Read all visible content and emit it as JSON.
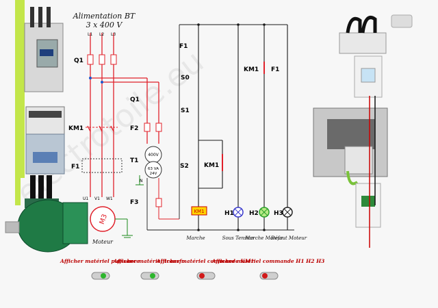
{
  "header": {
    "title_line1": "Alimentation BT",
    "title_line2": "3 x 400 V"
  },
  "watermark": "electrotoile.eu",
  "power": {
    "q1": "Q1",
    "km1": "KM1",
    "f1": "F1",
    "motor_label": "M3",
    "motor_caption": "Moteur",
    "terminals_top": [
      "L1",
      "L2",
      "L3"
    ],
    "terminals_motor": [
      "U1",
      "V1",
      "W1"
    ]
  },
  "supply": {
    "q1": "Q1",
    "f2": "F2",
    "t1": "T1",
    "f3": "F3",
    "primary_v": "400V",
    "secondary_va": "63 VA",
    "secondary_v": "24V",
    "pe": "N"
  },
  "control": {
    "f1": "F1",
    "s0": "S0",
    "s1": "S1",
    "s2": "S2",
    "km1_coil": "KM1",
    "km1_contact": "KM1",
    "km1_aux": "KM1",
    "f1_aux": "F1",
    "h1": "H1",
    "h2": "H2",
    "h3": "H3",
    "captions": [
      "Marche",
      "Sous Tension",
      "Marche Moteur",
      "Défaut Moteur"
    ]
  },
  "toggles": [
    {
      "label": "Afficher matériel puissance",
      "state": "on",
      "color": "#2db52d"
    },
    {
      "label": "Afficher matériel transfo",
      "state": "on",
      "color": "#2db52d"
    },
    {
      "label": "Afficher matériel commande KM1",
      "state": "off",
      "color": "#d11a1a"
    },
    {
      "label": "Afficher matériel commande H1 H2 H3",
      "state": "off",
      "color": "#d11a1a"
    }
  ],
  "colors": {
    "power_line": "#e0202a",
    "control_line": "#1a1a1a",
    "transfo_line": "#e0202a",
    "lamp_blue": "#3a3acc",
    "lamp_green": "#2aa02a"
  }
}
